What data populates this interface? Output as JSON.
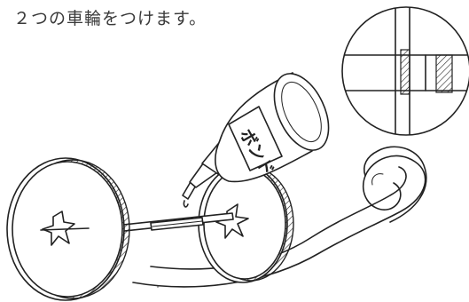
{
  "caption": "２つの車輪をつけます。",
  "bottle_label": "ボンド",
  "illustration": {
    "subject": "attaching-two-wheels",
    "parts": [
      "front-wheel",
      "rear-wheel",
      "axle",
      "glue-bottle",
      "zoom-inset",
      "cardboard-strip"
    ]
  },
  "colors": {
    "ink": "#222222",
    "caption": "#3a3a3a",
    "background": "#ffffff"
  }
}
